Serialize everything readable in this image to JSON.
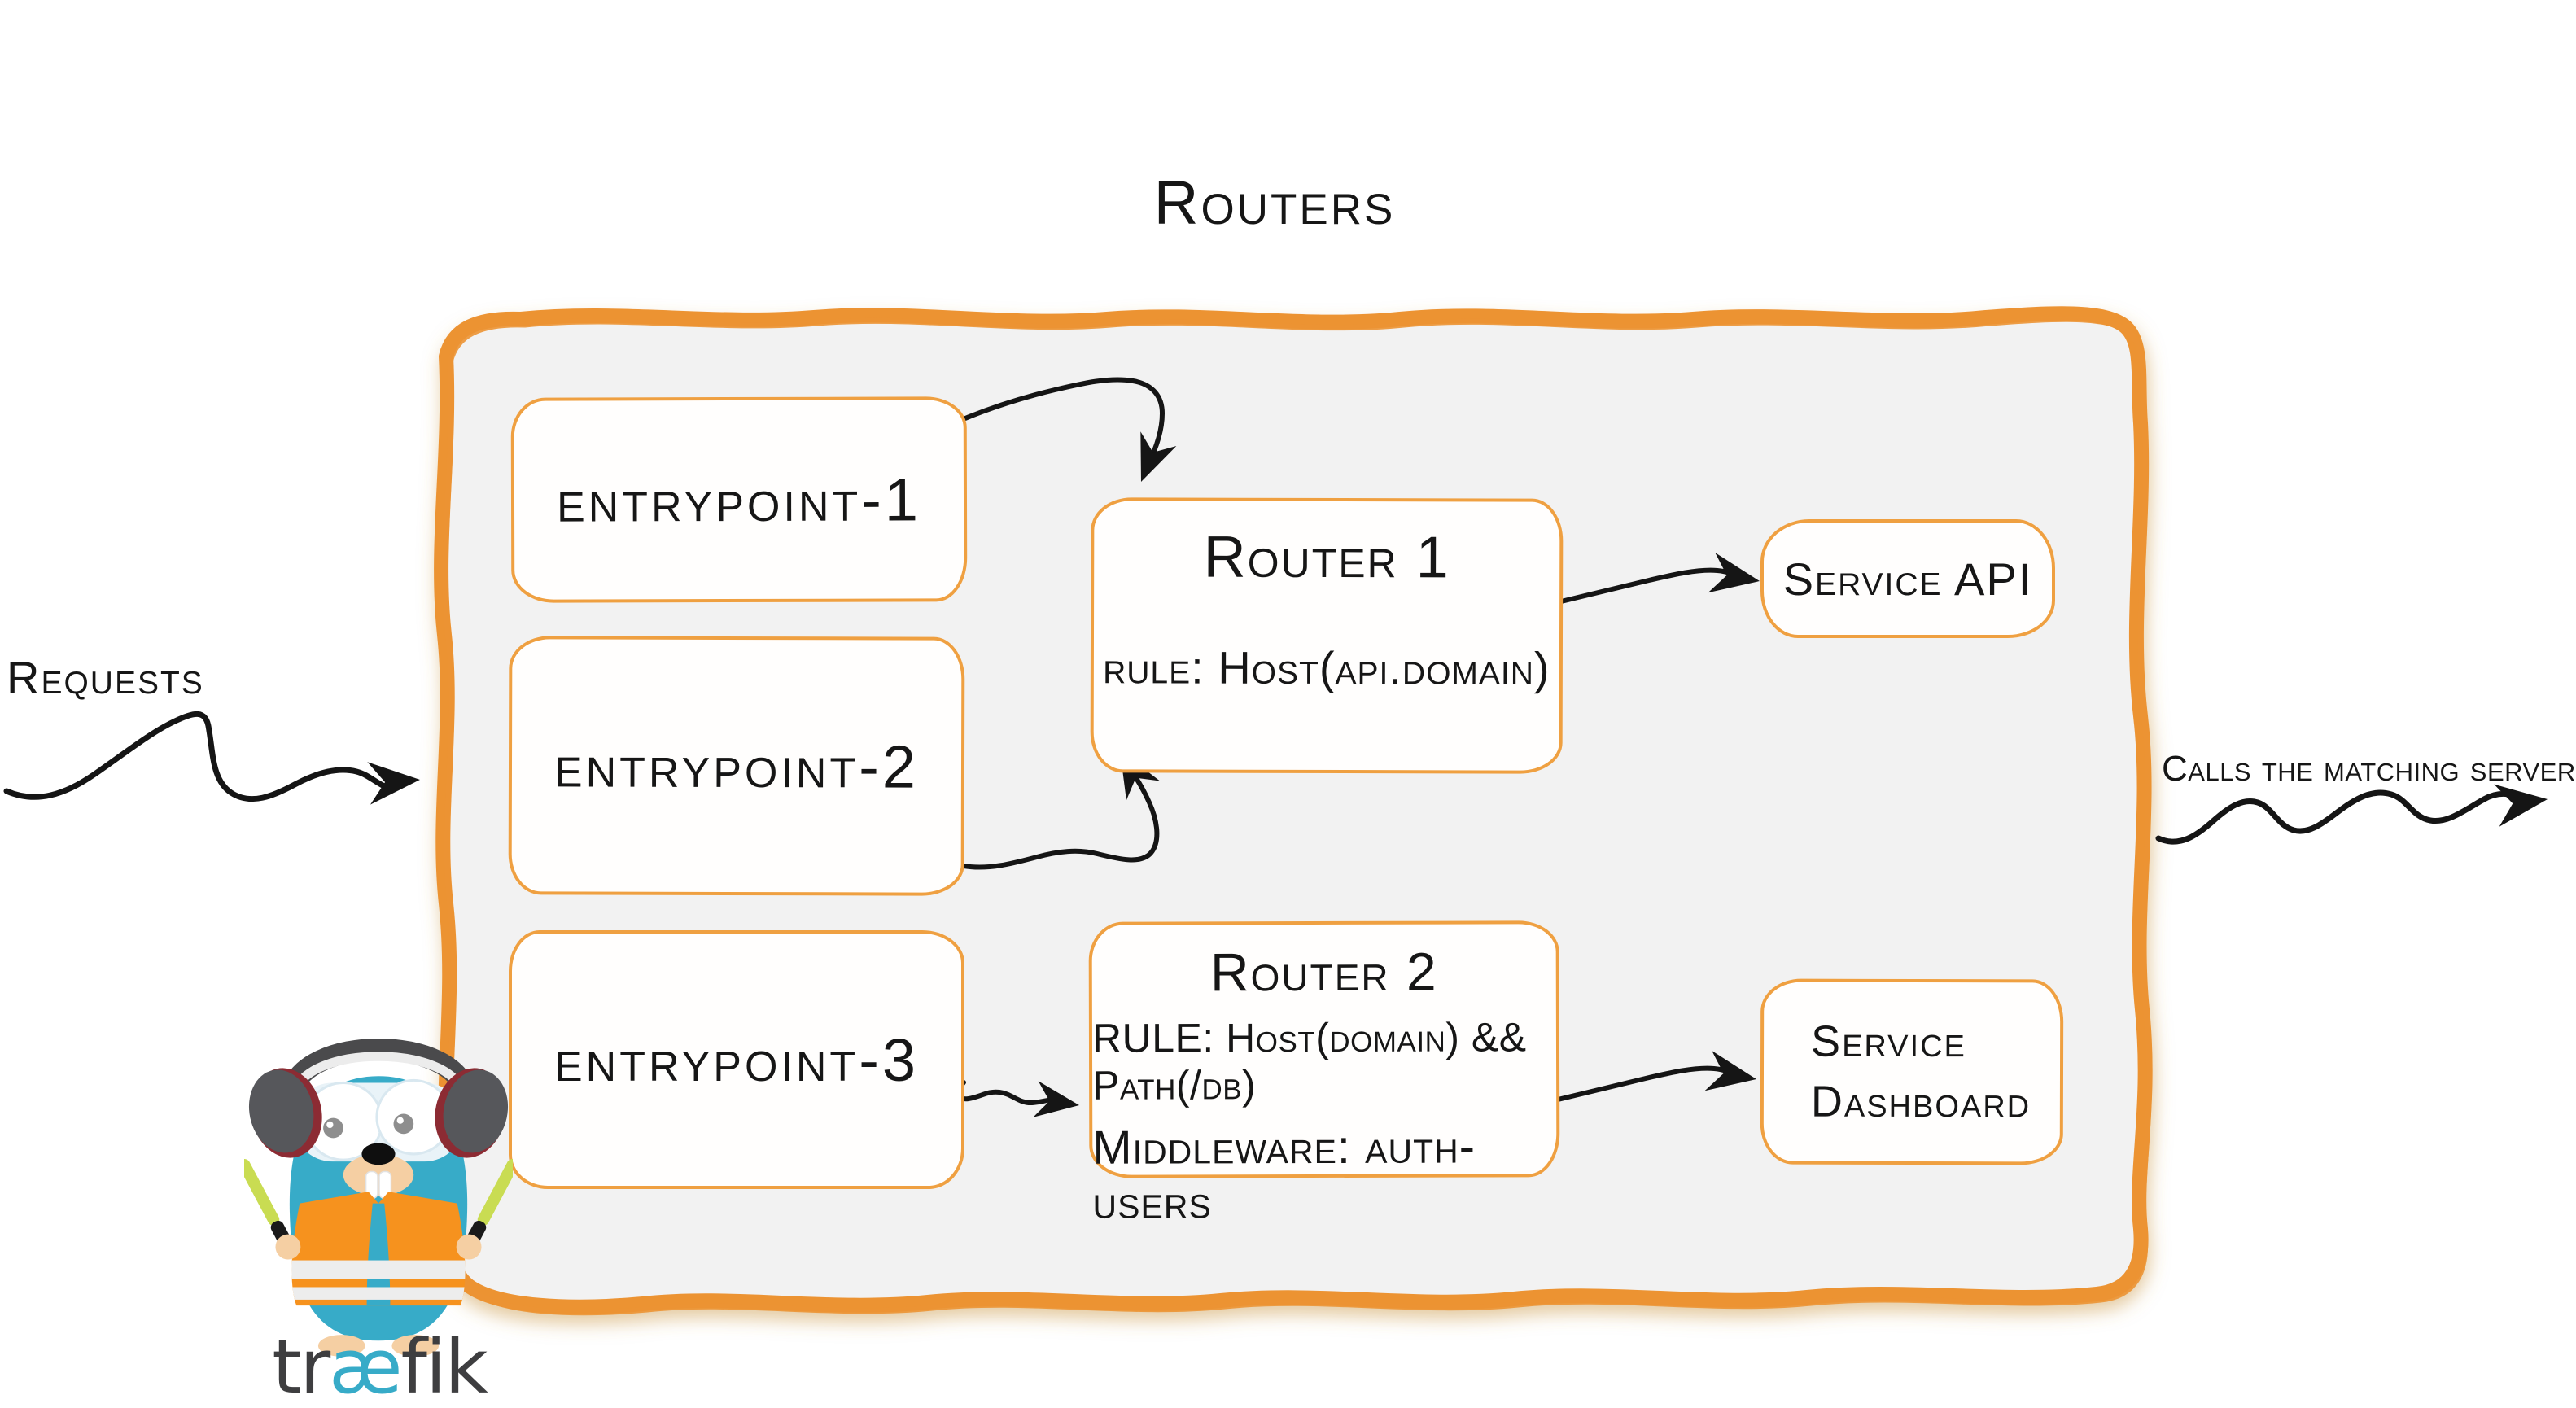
{
  "title": "Routers",
  "annotations": {
    "requests": "Requests",
    "calls_out": "Calls the matching server"
  },
  "entrypoints": [
    {
      "label": "entrypoint-1"
    },
    {
      "label": "entrypoint-2"
    },
    {
      "label": "entrypoint-3"
    }
  ],
  "routers": [
    {
      "title": "Router 1",
      "rule": "rule: Host(api.domain)"
    },
    {
      "title": "Router 2",
      "rule": "RULE: Host(domain) && Path(/db)",
      "middleware": "Middleware: auth-users"
    }
  ],
  "services": [
    {
      "lines": [
        "Service API"
      ]
    },
    {
      "lines": [
        "Service",
        "Dashboard"
      ]
    }
  ],
  "logo": {
    "prefix": "tr",
    "ligature": "æ",
    "suffix": "fik",
    "gopher_icon": "traefik-gopher-mascot"
  },
  "colors": {
    "accent": "#EC9333",
    "panel": "#F2F2F2",
    "ink": "#161616",
    "box_border": "#EFA041",
    "logo_blue": "#37ABC8",
    "logo_dark": "#3E3E40",
    "vest_orange": "#F6921E",
    "baton_green": "#C9DC52"
  }
}
